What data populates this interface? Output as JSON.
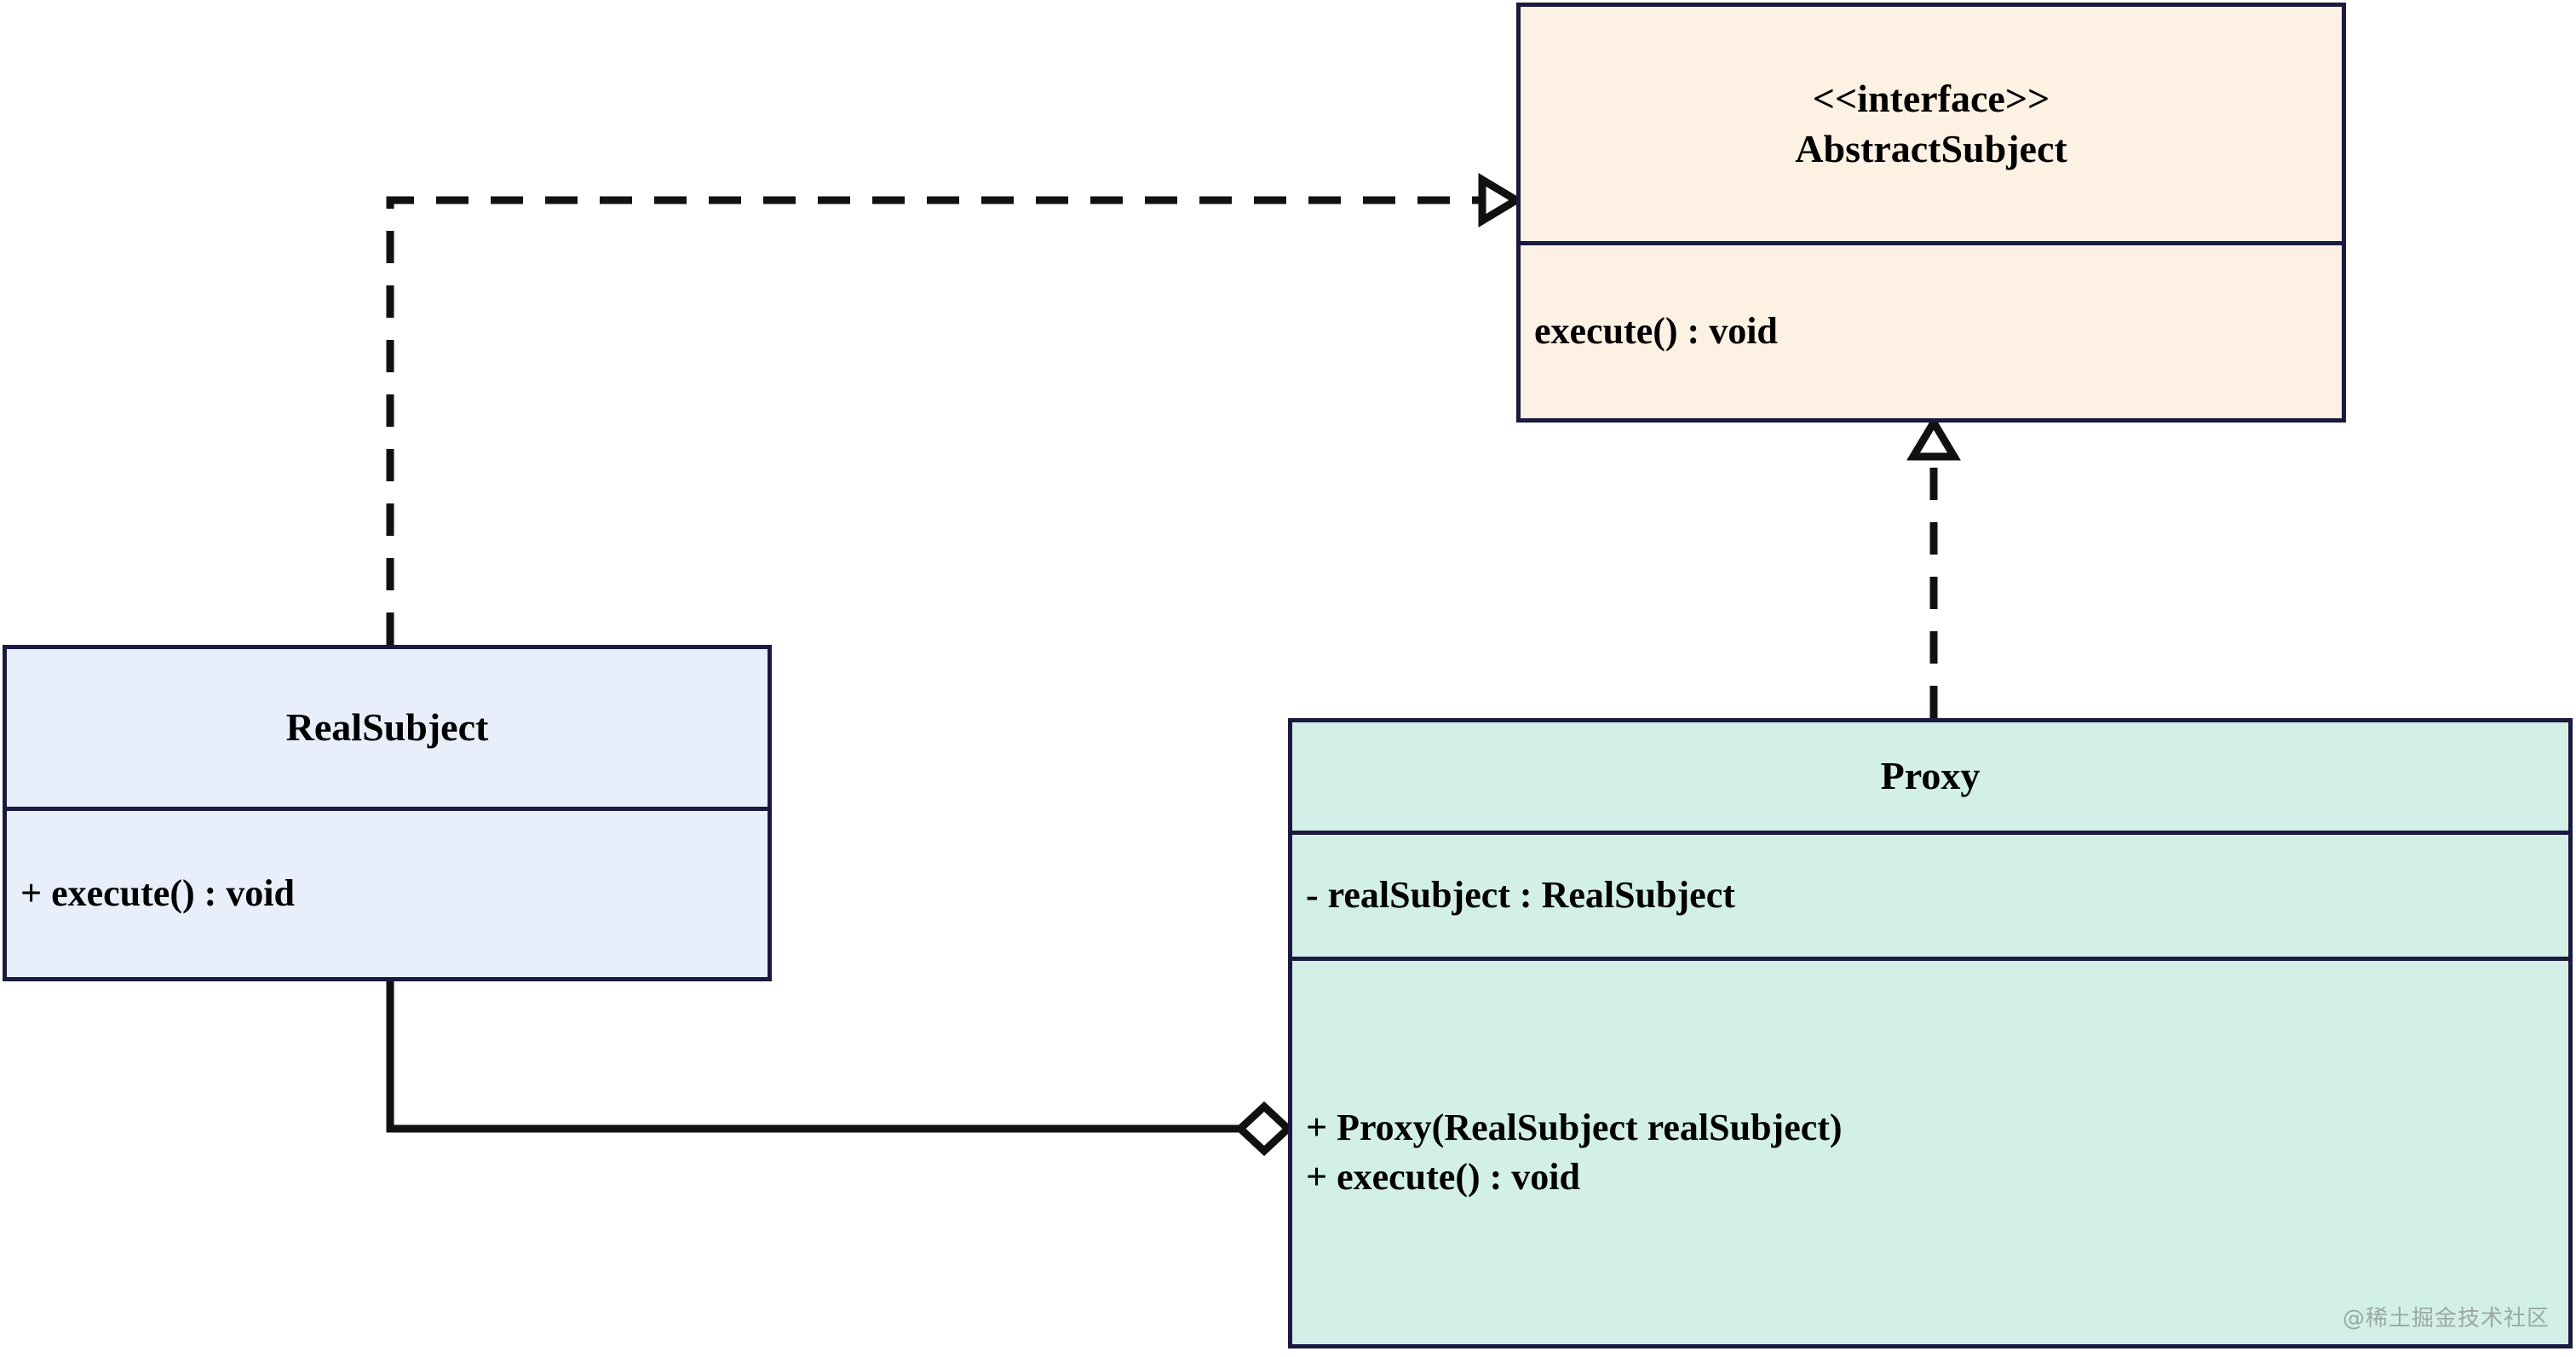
{
  "diagram": {
    "type": "uml-class-diagram",
    "pattern": "Proxy Pattern",
    "background_color": "#ffffff",
    "border_color": "#1a1a40",
    "text_color": "#000000"
  },
  "classes": {
    "abstract_subject": {
      "stereotype": "<<interface>>",
      "name": "AbstractSubject",
      "fill_color": "#fdf1e3",
      "members": [
        "execute() : void"
      ]
    },
    "real_subject": {
      "name": "RealSubject",
      "fill_color": "#e9eefb",
      "members": [
        "+ execute() : void"
      ]
    },
    "proxy": {
      "name": "Proxy",
      "fill_color": "#d2efe8",
      "fields": [
        "- realSubject : RealSubject"
      ],
      "methods": [
        "+ Proxy(RealSubject realSubject)",
        "+ execute() : void"
      ]
    }
  },
  "relationships": [
    {
      "id": "realization-realsubject-abstractsubject",
      "kind": "realization",
      "from": "RealSubject",
      "to": "AbstractSubject",
      "line_style": "dashed",
      "arrow_head": "hollow-triangle"
    },
    {
      "id": "realization-proxy-abstractsubject",
      "kind": "realization",
      "from": "Proxy",
      "to": "AbstractSubject",
      "line_style": "dashed",
      "arrow_head": "hollow-triangle"
    },
    {
      "id": "aggregation-proxy-realsubject",
      "kind": "aggregation",
      "from": "Proxy",
      "to": "RealSubject",
      "line_style": "solid",
      "arrow_head": "hollow-diamond"
    }
  ],
  "watermark": {
    "text": "@稀土掘金技术社区",
    "color": "#9aa8a6"
  }
}
